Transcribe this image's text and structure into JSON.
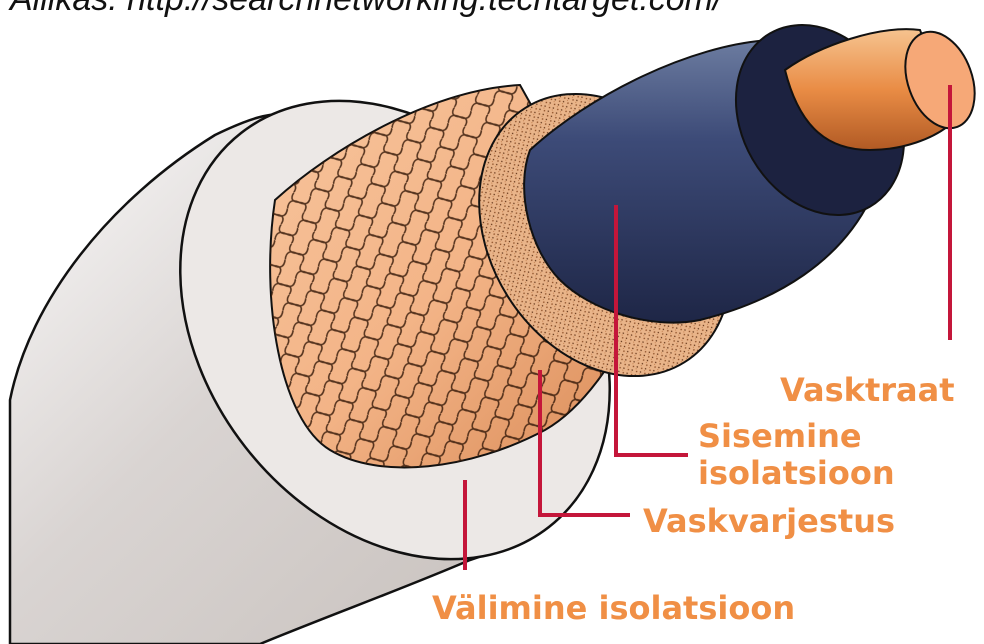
{
  "source_text": "Allikas: http://searchnetworking.techtarget.com/",
  "colors": {
    "label": "#f08f45",
    "leader_line": "#c4163a",
    "outer_jacket": "#e4e0de",
    "braid": "#f3b487",
    "foam": "#e9b489",
    "inner_insulation": "#2f3b68",
    "copper": "#e98c45"
  },
  "labels": {
    "copper_wire": "Vasktraat",
    "inner_insulation_line1": "Sisemine",
    "inner_insulation_line2": "isolatsioon",
    "copper_shield": "Vaskvarjestus",
    "outer_insulation": "Välimine isolatsioon"
  }
}
